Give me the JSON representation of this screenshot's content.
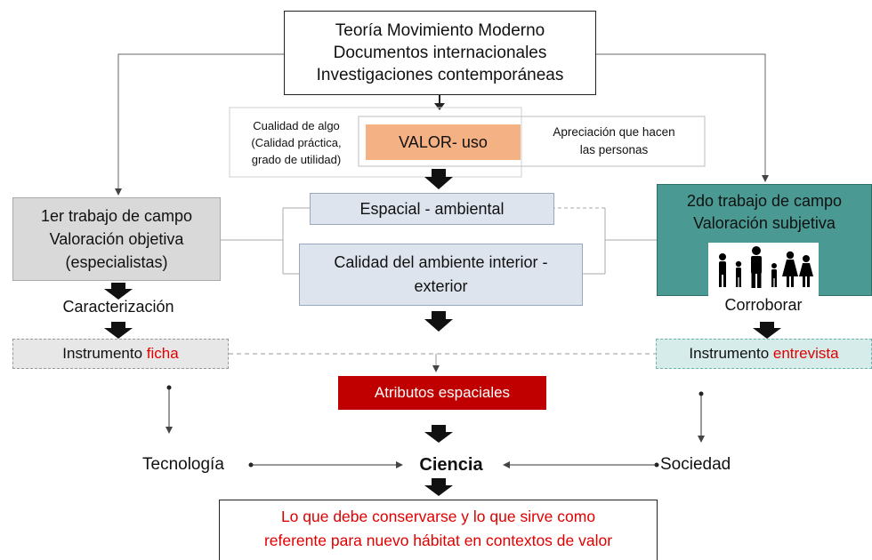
{
  "top_box": {
    "lines": [
      "Teoría Movimiento Moderno",
      "Documentos internacionales",
      "Investigaciones contemporáneas"
    ]
  },
  "valor_section": {
    "left_lines": [
      "Cualidad de algo",
      "(Calidad práctica,",
      "grado de utilidad)"
    ],
    "center": "VALOR- uso",
    "right_lines": [
      "Apreciación que hacen",
      "las personas"
    ]
  },
  "center_column": {
    "espacial": "Espacial - ambiental",
    "calidad_lines": [
      "Calidad del ambiente interior -",
      "exterior"
    ],
    "atributos": "Atributos espaciales"
  },
  "left_column": {
    "title": "1er trabajo de campo",
    "sub_lines": [
      "Valoración objetiva",
      "(especialistas)"
    ],
    "caracterizacion": "Caracterización",
    "instrumento_prefix": "Instrumento ",
    "instrumento_highlight": "ficha"
  },
  "right_column": {
    "title": "2do trabajo de campo",
    "subtitle": "Valoración subjetiva",
    "corroborar": "Corroborar",
    "instrumento_prefix": "Instrumento ",
    "instrumento_highlight": "entrevista"
  },
  "bottom_row": {
    "tecnologia": "Tecnología",
    "ciencia": "Ciencia",
    "sociedad": "Sociedad"
  },
  "conclusion": {
    "lines": [
      "Lo que debe conservarse y lo que sirve como",
      "referente para nuevo hábitat en contextos de valor"
    ]
  },
  "colors": {
    "valor_fill": "#f4b183",
    "grey_fill": "#d9d9d9",
    "blue_grey_fill": "#dee4ee",
    "teal_fill": "#4a9a93",
    "light_teal_fill": "#d5ecea",
    "atributos_fill": "#c00000",
    "highlight_red": "#e00000"
  },
  "icons": [
    "family-figures-icon"
  ]
}
